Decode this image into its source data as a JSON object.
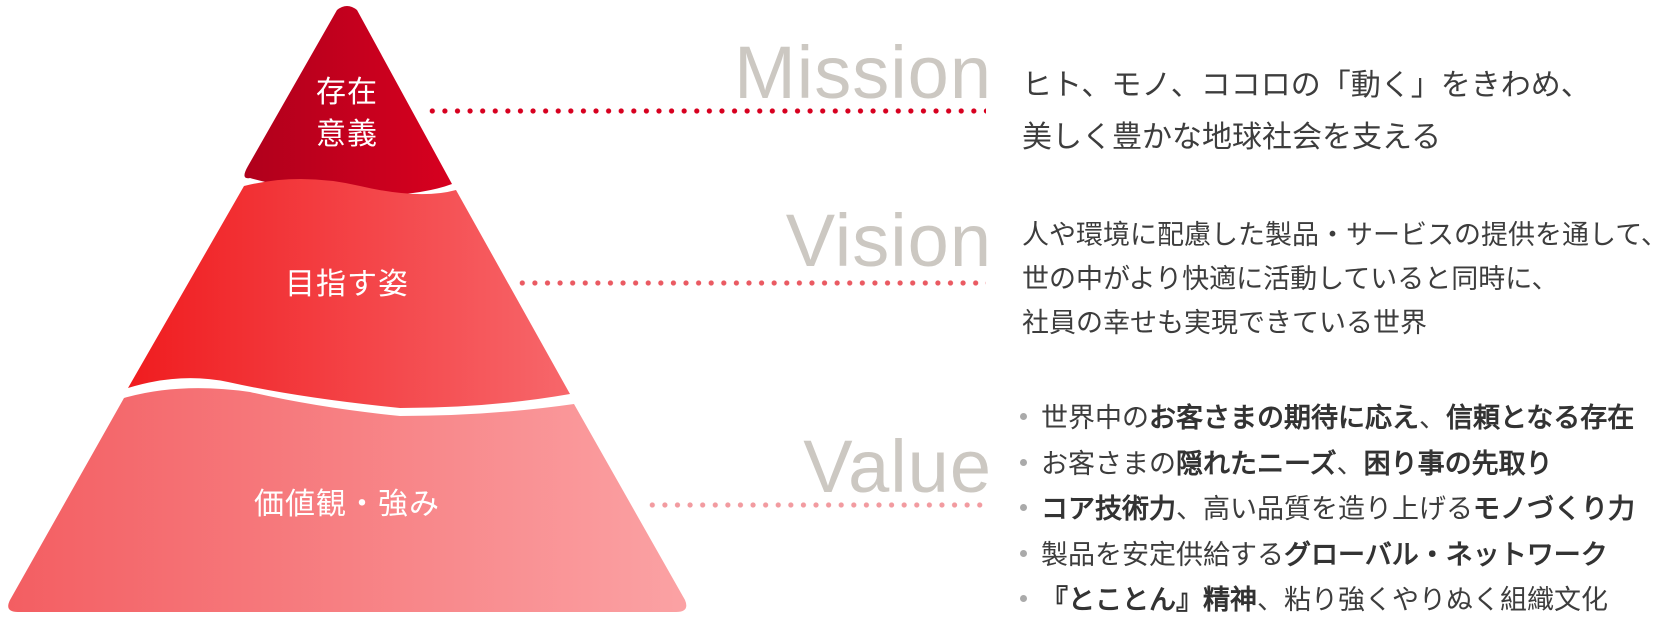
{
  "colors": {
    "mission_tier": [
      "#b0001c",
      "#d7001f"
    ],
    "vision_tier": [
      "#f01c1f",
      "#f7676b"
    ],
    "value_tier": [
      "#f35e62",
      "#fba2a4"
    ],
    "heading_gray": "#ccc8c2",
    "text": "#3d3d3d",
    "mission_dots": "#d7001f",
    "vision_dots": "#ea5a62",
    "value_dots": "#f29ba0"
  },
  "pyramid": {
    "tiers": [
      {
        "id": "mission",
        "label_line1": "存在",
        "label_line2": "意義"
      },
      {
        "id": "vision",
        "label": "目指す姿"
      },
      {
        "id": "value",
        "label": "価値観・強み"
      }
    ]
  },
  "mission": {
    "heading": "Mission",
    "lines": [
      "ヒト、モノ、ココロの「動く」をきわめ、",
      "美しく豊かな地球社会を支える"
    ]
  },
  "vision": {
    "heading": "Vision",
    "lines": [
      "人や環境に配慮した製品・サービスの提供を通して、",
      "世の中がより快適に活動していると同時に、",
      "社員の幸せも実現できている世界"
    ]
  },
  "value": {
    "heading": "Value",
    "items": [
      {
        "parts": [
          {
            "t": "世界中の",
            "b": false
          },
          {
            "t": "お客さまの期待に応え",
            "b": true
          },
          {
            "t": "、",
            "b": false
          },
          {
            "t": "信頼となる存在",
            "b": true
          }
        ]
      },
      {
        "parts": [
          {
            "t": "お客さまの",
            "b": false
          },
          {
            "t": "隠れたニーズ",
            "b": true
          },
          {
            "t": "、",
            "b": false
          },
          {
            "t": "困り事の先取り",
            "b": true
          }
        ]
      },
      {
        "parts": [
          {
            "t": "コア技術力",
            "b": true
          },
          {
            "t": "、高い品質を造り上げる",
            "b": false
          },
          {
            "t": "モノづくり力",
            "b": true
          }
        ]
      },
      {
        "parts": [
          {
            "t": "製品を安定供給する",
            "b": false
          },
          {
            "t": "グローバル・ネットワーク",
            "b": true
          }
        ]
      },
      {
        "parts": [
          {
            "t": "『とことん』精神",
            "b": true
          },
          {
            "t": "、粘り強くやりぬく組織文化",
            "b": false
          }
        ]
      }
    ]
  }
}
